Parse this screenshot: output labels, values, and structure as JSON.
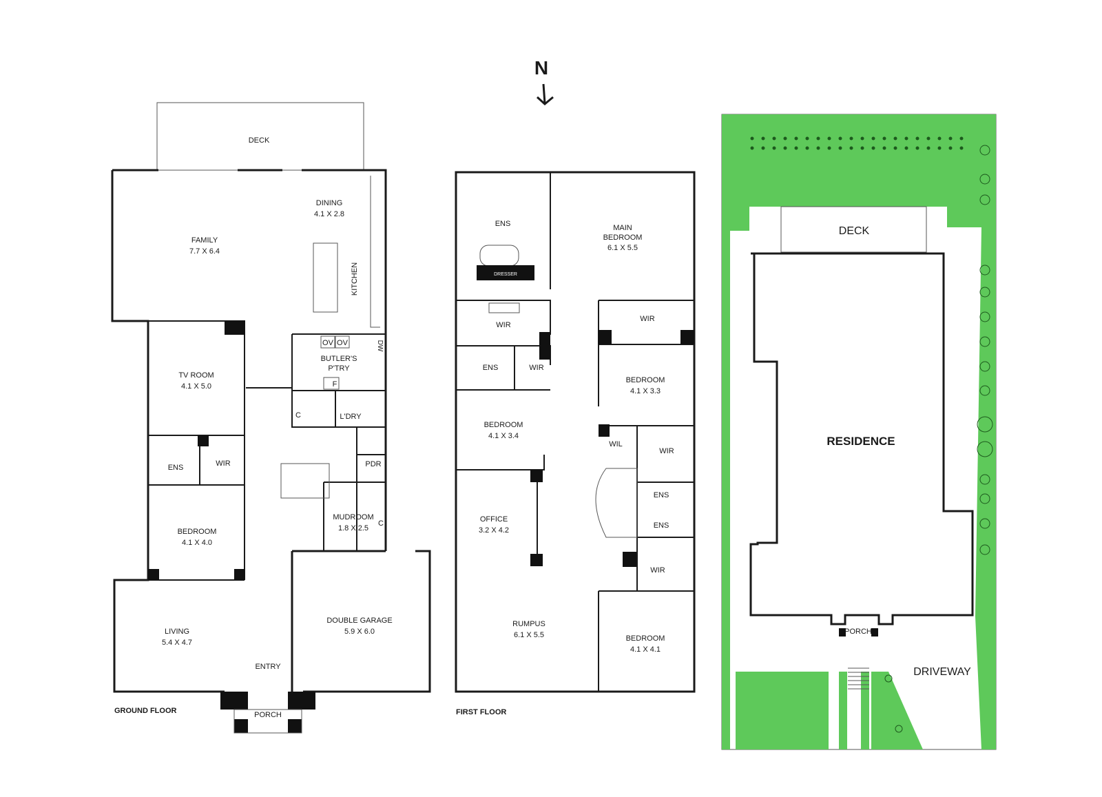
{
  "compass": {
    "letter": "N"
  },
  "ground_floor": {
    "caption": "GROUND FLOOR",
    "rooms": {
      "deck": "DECK",
      "dining": {
        "name": "DINING",
        "size": "4.1 X 2.8"
      },
      "family": {
        "name": "FAMILY",
        "size": "7.7 X 6.4"
      },
      "kitchen": "KITCHEN",
      "ov1": "OV",
      "ov2": "OV",
      "dw": "DW",
      "butlers": {
        "name": "BUTLER'S",
        "name2": "P'TRY"
      },
      "fridge": "F",
      "tv_room": {
        "name": "TV ROOM",
        "size": "4.1 X 5.0"
      },
      "cupboard1": "C",
      "laundry": "L'DRY",
      "ens": "ENS",
      "wir": "WIR",
      "pdr": "PDR",
      "bedroom": {
        "name": "BEDROOM",
        "size": "4.1 X 4.0"
      },
      "mudroom": {
        "name": "MUDROOM",
        "size": "1.8 X 2.5"
      },
      "cupboard2": "C",
      "living": {
        "name": "LIVING",
        "size": "5.4 X 4.7"
      },
      "garage": {
        "name": "DOUBLE GARAGE",
        "size": "5.9 X 6.0"
      },
      "entry": "ENTRY",
      "porch": "PORCH"
    }
  },
  "first_floor": {
    "caption": "FIRST FLOOR",
    "rooms": {
      "ens1": "ENS",
      "dresser": "DRESSER",
      "main_bedroom": {
        "name": "MAIN",
        "name2": "BEDROOM",
        "size": "6.1 X 5.5"
      },
      "wir1": "WIR",
      "wir2": "WIR",
      "ens2": "ENS",
      "wir3": "WIR",
      "bedroom1": {
        "name": "BEDROOM",
        "size": "4.1 X 3.3"
      },
      "bedroom2": {
        "name": "BEDROOM",
        "size": "4.1 X 3.4"
      },
      "wil": "WIL",
      "wir4": "WIR",
      "ens3": "ENS",
      "ens4": "ENS",
      "office": {
        "name": "OFFICE",
        "size": "3.2 X 4.2"
      },
      "wir5": "WIR",
      "rumpus": {
        "name": "RUMPUS",
        "size": "6.1 X 5.5"
      },
      "bedroom3": {
        "name": "BEDROOM",
        "size": "4.1 X 4.1"
      }
    }
  },
  "site_plan": {
    "deck": "DECK",
    "residence": "RESIDENCE",
    "porch": "PORCH",
    "driveway": "DRIVEWAY"
  },
  "colors": {
    "garden": "#5ec95a",
    "wall": "#1a1a1a",
    "background": "#ffffff"
  }
}
